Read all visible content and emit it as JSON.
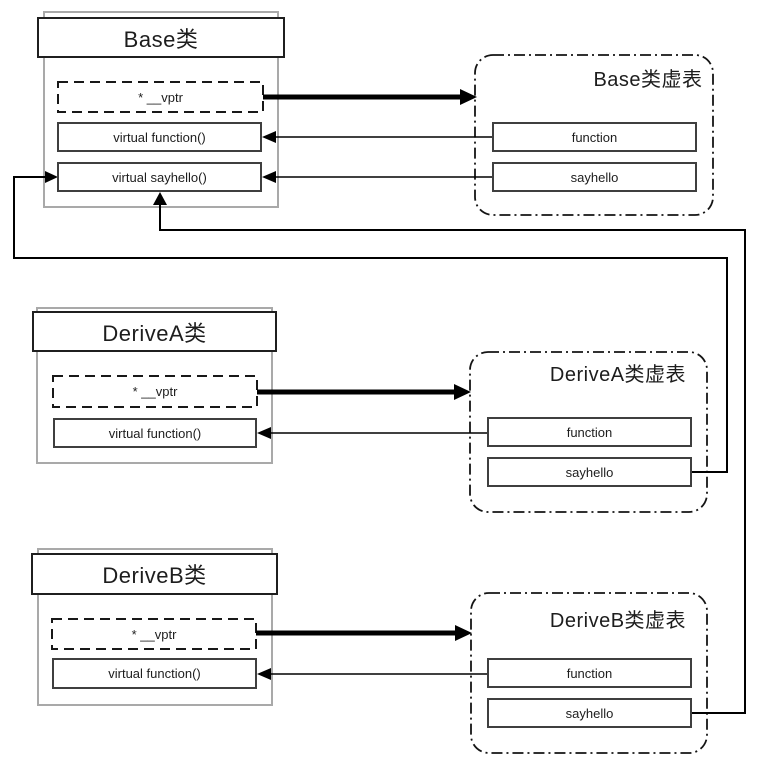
{
  "diagram": {
    "classes": [
      {
        "title": "Base类",
        "fields": [
          "* __vptr",
          "virtual function()",
          "virtual sayhello()"
        ]
      },
      {
        "title": "DeriveA类",
        "fields": [
          "* __vptr",
          "virtual function()"
        ]
      },
      {
        "title": "DeriveB类",
        "fields": [
          "* __vptr",
          "virtual function()"
        ]
      }
    ],
    "vtables": [
      {
        "title": "Base类虚表",
        "entries": [
          "function",
          "sayhello"
        ]
      },
      {
        "title": "DeriveA类虚表",
        "entries": [
          "function",
          "sayhello"
        ]
      },
      {
        "title": "DeriveB类虚表",
        "entries": [
          "function",
          "sayhello"
        ]
      }
    ],
    "colors": {
      "background": "#ffffff",
      "text": "#1d1d1d",
      "shell_border": "#a9a9a9",
      "title_border": "#1f1f1f",
      "field_border": "#3f3f3f",
      "connector": "#000000"
    }
  }
}
